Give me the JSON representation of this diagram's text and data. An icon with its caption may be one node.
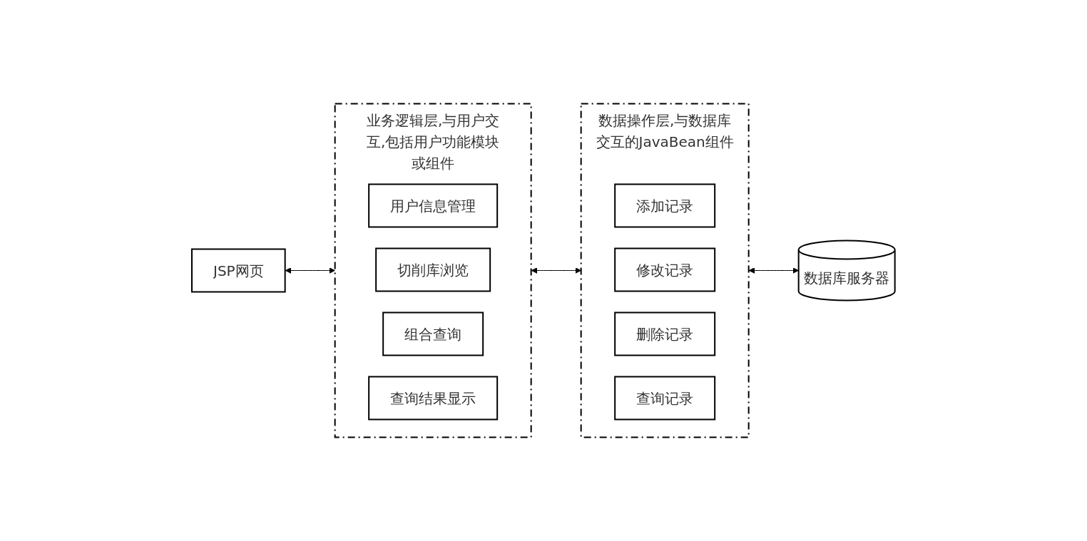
{
  "diagram": {
    "nodes": [
      {
        "text": [
          "JSP网页"
        ]
      },
      {
        "text": [
          "业务逻辑层,与用户交互,包括用户功能模块或组件"
        ]
      },
      {
        "text": [
          "用户信息管理"
        ],
        "in": 1
      },
      {
        "text": [
          "切削库浏览"
        ],
        "in": 1
      },
      {
        "text": [
          "组合查询"
        ],
        "in": 1
      },
      {
        "text": [
          "查询结果显示"
        ],
        "in": 1
      },
      {
        "text": [
          "数据操作层,与数据库交互的JavaBean组件"
        ]
      },
      {
        "text": [
          "添加记录"
        ],
        "in": 6
      },
      {
        "text": [
          "修改记录"
        ],
        "in": 6
      },
      {
        "text": [
          "删除记录"
        ],
        "in": 6
      },
      {
        "text": [
          "查询记录"
        ],
        "in": 6
      },
      {
        "text": [
          "数据库服务器"
        ]
      }
    ],
    "edges": [
      {
        "from": 0,
        "to": 1,
        "arrow": "both"
      },
      {
        "from": 1,
        "to": 6,
        "arrow": "both"
      },
      {
        "from": 6,
        "to": 11,
        "arrow": "both"
      }
    ]
  }
}
